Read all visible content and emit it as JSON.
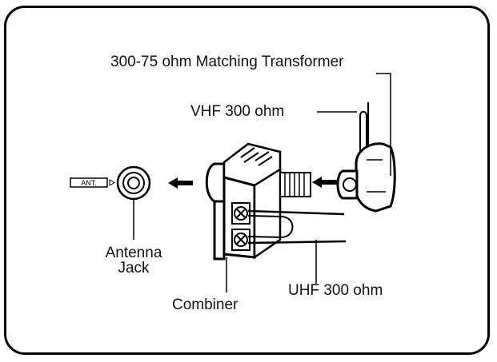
{
  "labels": {
    "transformer": "300-75 ohm Matching Transformer",
    "vhf": "VHF 300 ohm",
    "antenna_jack_line1": "Antenna",
    "antenna_jack_line2": "Jack",
    "combiner": "Combiner",
    "uhf": "UHF 300 ohm",
    "ant_tag": "ANT."
  },
  "colors": {
    "ink": "#000000",
    "background": "#ffffff"
  }
}
